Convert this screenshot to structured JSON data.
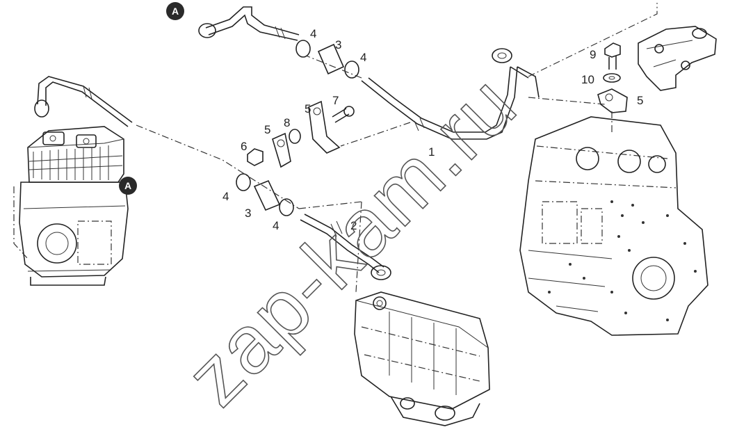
{
  "watermark": "zap-kam.ru",
  "connector": {
    "label": "A"
  },
  "callouts": {
    "c1": "1",
    "c2": "2",
    "c3a": "3",
    "c3b": "3",
    "c4a": "4",
    "c4b": "4",
    "c4c": "4",
    "c4d": "4",
    "c5a": "5",
    "c5b": "5",
    "c5c": "5",
    "c6": "6",
    "c7": "7",
    "c8": "8",
    "c9": "9",
    "c10": "10"
  }
}
